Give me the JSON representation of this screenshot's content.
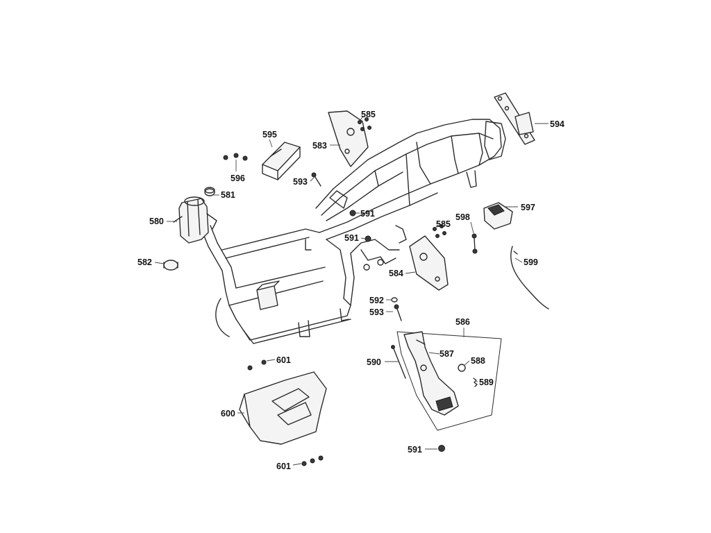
{
  "callouts": {
    "p580": "580",
    "p581": "581",
    "p582": "582",
    "p583": "583",
    "p584": "584",
    "p585a": "585",
    "p585b": "585",
    "p586": "586",
    "p587": "587",
    "p588": "588",
    "p589": "589",
    "p590": "590",
    "p591a": "591",
    "p591b": "591",
    "p591c": "591",
    "p592": "592",
    "p593a": "593",
    "p593b": "593",
    "p594": "594",
    "p595": "595",
    "p596": "596",
    "p597": "597",
    "p598": "598",
    "p599": "599",
    "p600": "600",
    "p601a": "601",
    "p601b": "601"
  }
}
